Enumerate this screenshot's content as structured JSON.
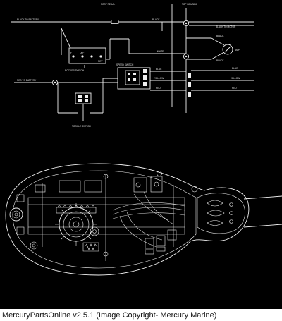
{
  "caption": "MercuryPartsOnline v2.5.1 (Image Copyright- Mercury Marine)",
  "colors": {
    "diagram_background": "#000000",
    "line_art": "#f0f0f0",
    "page_background": "#ffffff",
    "caption_text": "#111111"
  },
  "schematic": {
    "labels": {
      "foot_pedal": "FOOT PEDAL",
      "top_housing": "TOP HOUSING",
      "black_to_battery": "BLACK TO BATTERY",
      "black_top": "BLACK",
      "black_to_motor": "BLACK TO MOTOR",
      "black_right_1": "BLACK",
      "black_right_2": "BLACK",
      "amp": "AMP",
      "white": "WHITE",
      "sw_fwd": "F",
      "sw_mid": "OFF",
      "sw_rev": "REV",
      "rocker_switch": "ROCKER SWITCH",
      "speed_switch": "SPEED SWITCH",
      "red_to_battery": "RED TO BATTERY",
      "blue_left": "BLUE",
      "yellow_left": "YELLOW",
      "red_left": "RED",
      "blue_right": "BLUE",
      "yellow_right": "YELLOW",
      "red_right": "RED",
      "toggle_switch": "TOGGLE SWITCH"
    }
  }
}
